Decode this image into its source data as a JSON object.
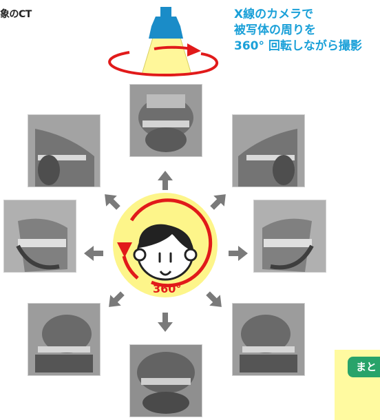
{
  "title_fragment": "象のCT",
  "caption": {
    "line1": "X線のカメラで",
    "line2": "被写体の周りを",
    "line3": "360° 回転しながら撮影"
  },
  "rotation_label": "360°",
  "summary_button": "まと",
  "colors": {
    "accent_blue": "#1aa0d8",
    "rotation_red": "#e11a1a",
    "center_yellow": "#fdf58a",
    "beam_yellow": "#fff79a",
    "camera_blue": "#1a8cc8",
    "arrow_gray": "#7a7a7a",
    "summary_green": "#28a36a",
    "summary_bg": "#fffaa0"
  },
  "icons": {
    "camera": "xray-camera-icon",
    "face": "child-face-icon",
    "arrows": "direction-arrow-icon"
  }
}
